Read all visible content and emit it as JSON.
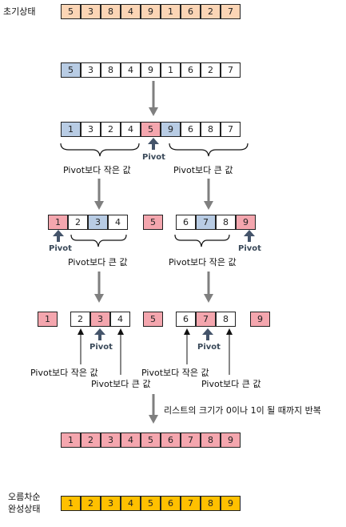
{
  "labels": {
    "initial": "초기상태",
    "sorted_line1": "오름차순",
    "sorted_line2": "완성상태",
    "pivot": "Pivot",
    "smaller": "Pivot보다 작은 값",
    "larger": "Pivot보다 큰 값",
    "repeat": "리스트의 크기가 0이나 1이 될 때까지 반복"
  },
  "colors": {
    "initial": "#fbd5b5",
    "pivot": "#f4a6ae",
    "blue": "#b8cce4",
    "white": "#ffffff",
    "final": "#ffc000",
    "arrow": "#7f7f7f",
    "pivot_arrow": "#44546a"
  },
  "rows": {
    "initial": [
      5,
      3,
      8,
      4,
      9,
      1,
      6,
      2,
      7
    ],
    "step1": [
      5,
      3,
      8,
      4,
      9,
      1,
      6,
      2,
      7
    ],
    "step2": [
      1,
      3,
      2,
      4,
      5,
      9,
      6,
      8,
      7
    ],
    "step3_left": [
      1,
      2,
      3,
      4
    ],
    "step3_mid": [
      5
    ],
    "step3_right": [
      6,
      7,
      8,
      9
    ],
    "step4_a": [
      1
    ],
    "step4_b": [
      2,
      3,
      4
    ],
    "step4_c": [
      5
    ],
    "step4_d": [
      6,
      7,
      8
    ],
    "step4_e": [
      9
    ],
    "result": [
      1,
      2,
      3,
      4,
      5,
      6,
      7,
      8,
      9
    ],
    "final": [
      1,
      2,
      3,
      4,
      5,
      6,
      7,
      8,
      9
    ]
  }
}
